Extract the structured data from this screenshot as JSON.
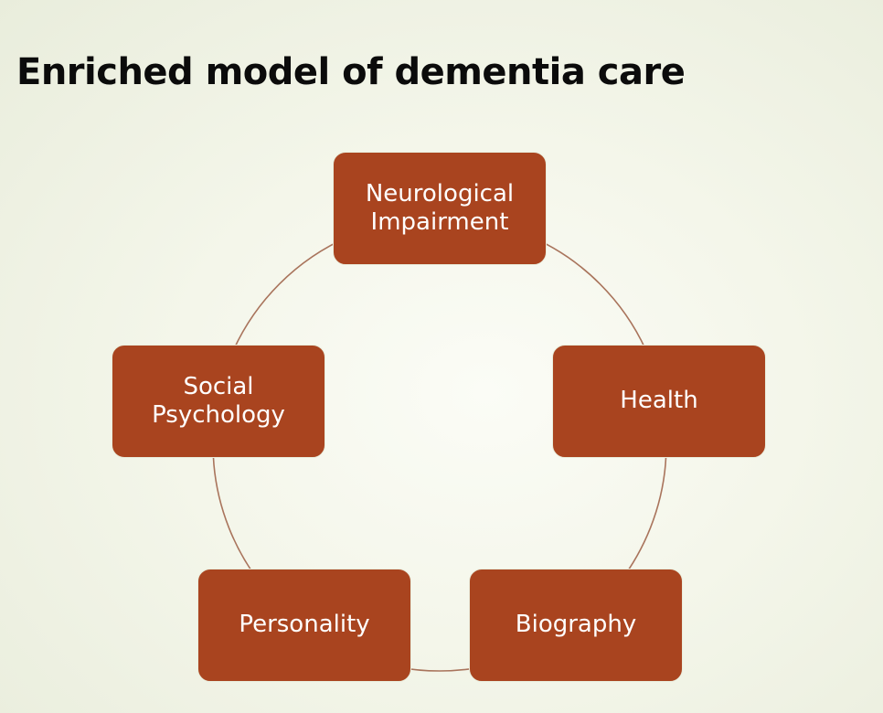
{
  "slide": {
    "title": "Enriched model of dementia care"
  },
  "diagram": {
    "type": "cycle",
    "connector_color": "#a9745c",
    "node_color": "#a9441f",
    "nodes": [
      {
        "label": "Neurological\nImpairment"
      },
      {
        "label": "Health"
      },
      {
        "label": "Biography"
      },
      {
        "label": "Personality"
      },
      {
        "label": "Social\nPsychology"
      }
    ]
  }
}
